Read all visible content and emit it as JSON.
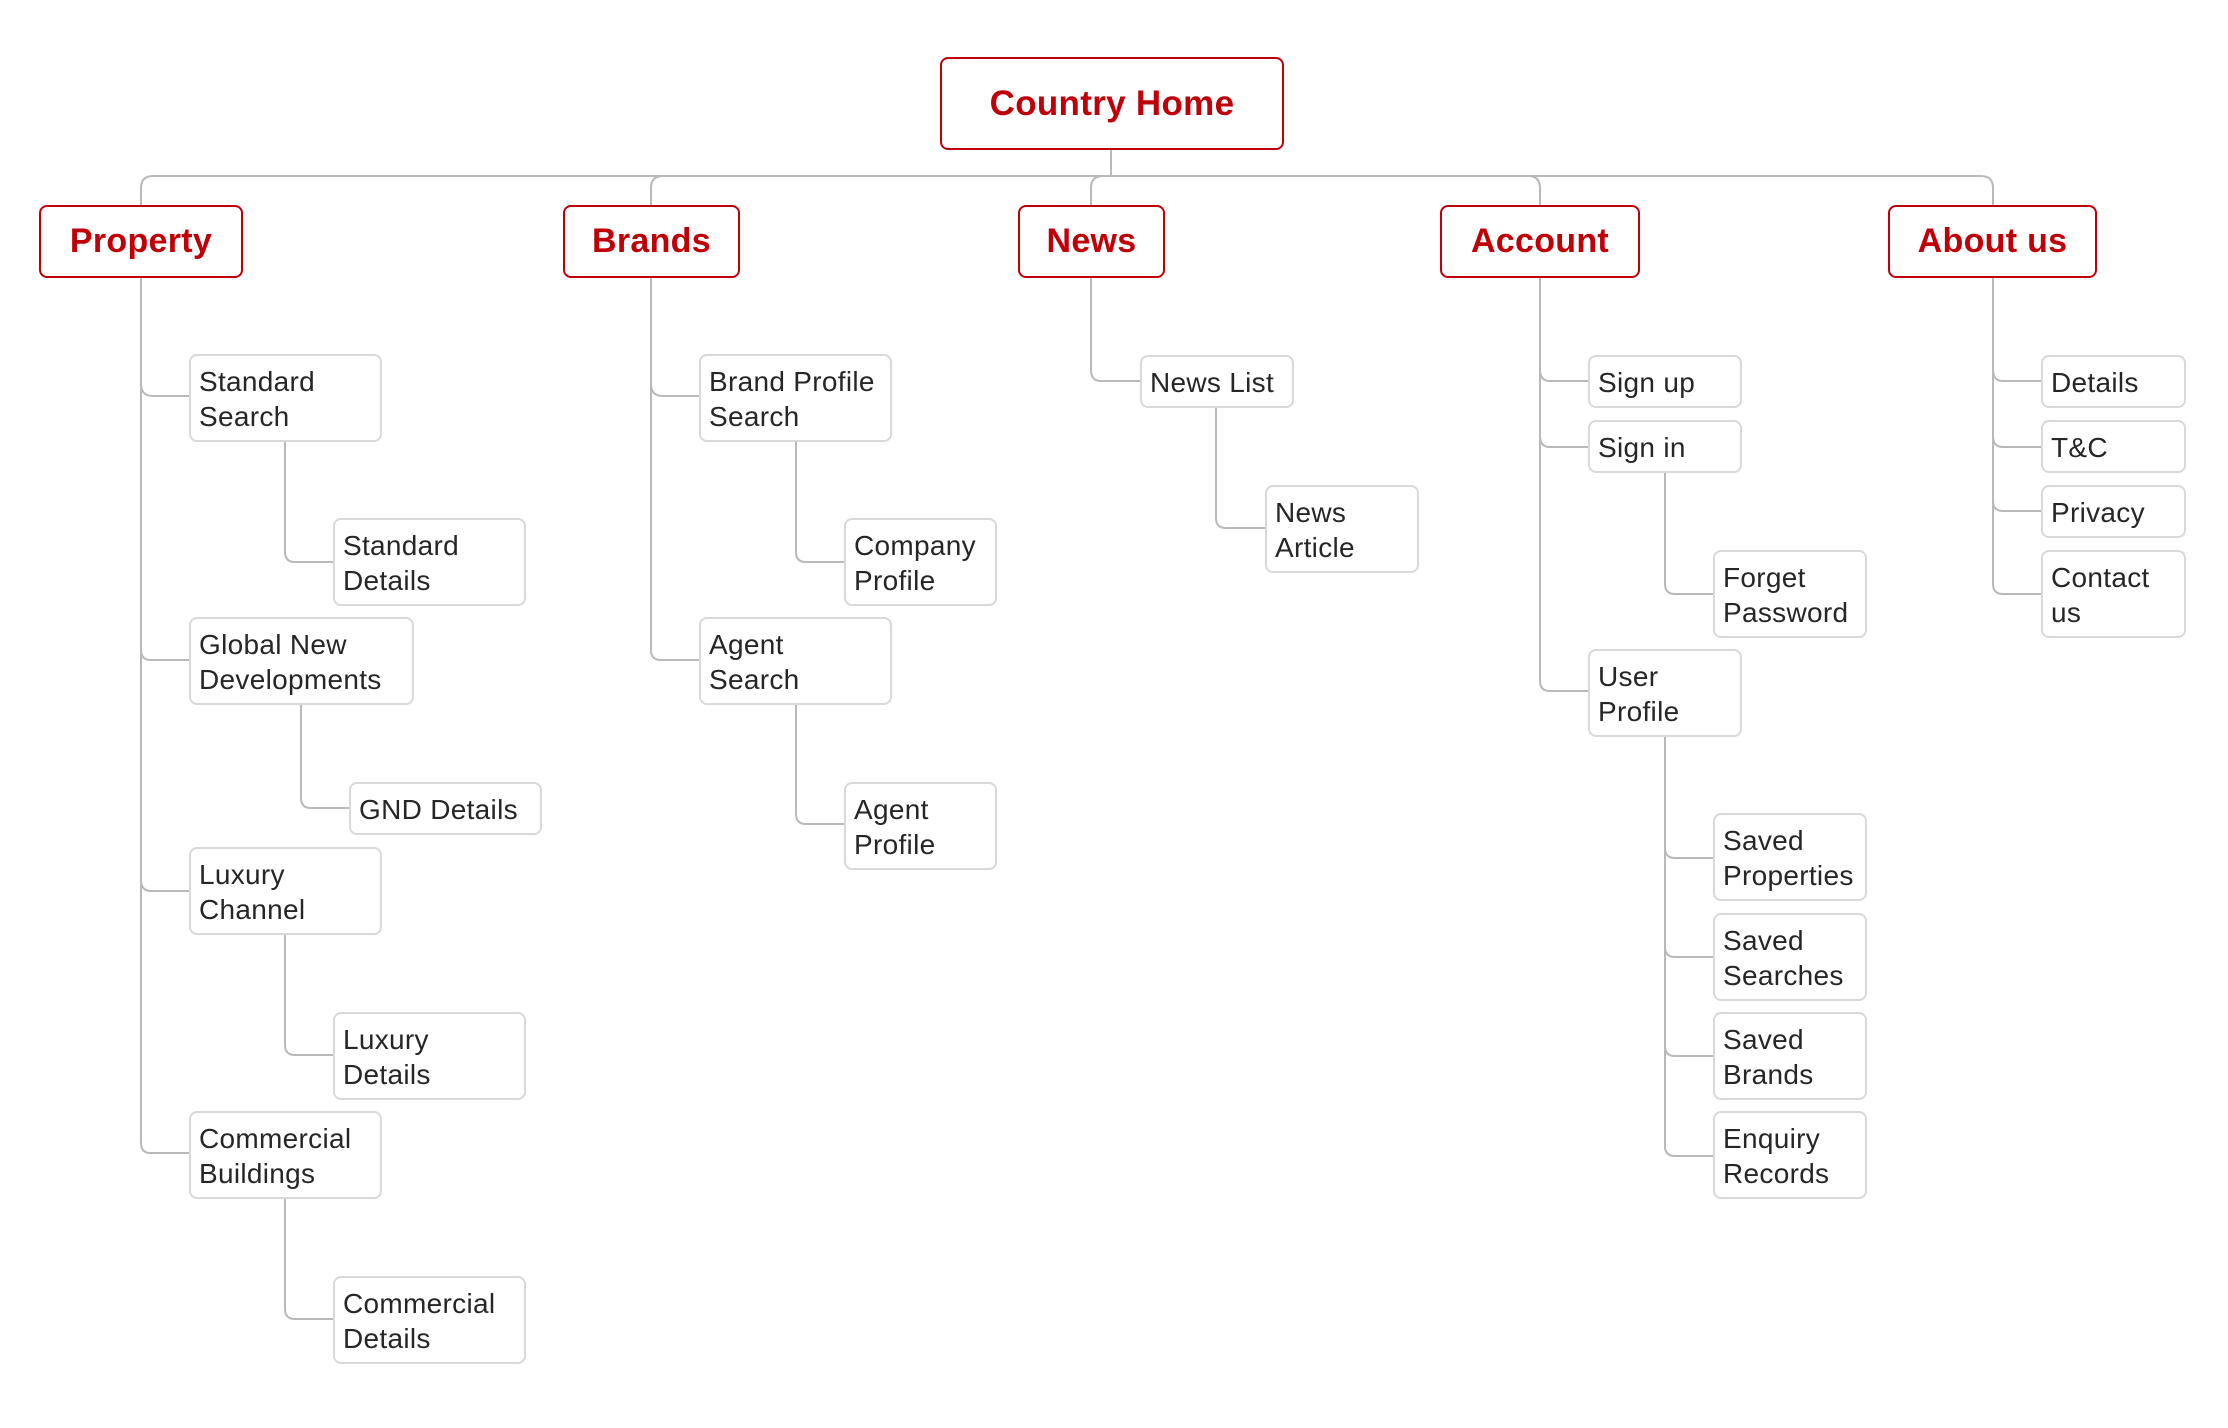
{
  "accent_color": "#c00008",
  "line_color": "#b9b9b9",
  "root": "Country Home",
  "sections": {
    "property": {
      "title": "Property",
      "standard_search": "Standard\nSearch",
      "standard_details": "Standard\nDetails",
      "global_new_developments": "Global New\nDevelopments",
      "gnd_details": "GND Details",
      "luxury_channel": "Luxury\nChannel",
      "luxury_details": "Luxury\nDetails",
      "commercial_buildings": "Commercial\nBuildings",
      "commercial_details": "Commercial\nDetails"
    },
    "brands": {
      "title": "Brands",
      "brand_profile_search": "Brand Profile\nSearch",
      "company_profile": "Company\n Profile",
      "agent_search": "Agent\nSearch",
      "agent_profile": "Agent\nProfile"
    },
    "news": {
      "title": "News",
      "news_list": "News List",
      "news_article": "News\nArticle"
    },
    "account": {
      "title": "Account",
      "sign_up": "Sign up",
      "sign_in": "Sign in",
      "forget_password": "Forget\nPassword",
      "user_profile": "User\nProfile",
      "saved_properties": "Saved\nProperties",
      "saved_searches": "Saved\nSearches",
      "saved_brands": "Saved\nBrands",
      "enquiry_records": "Enquiry\nRecords"
    },
    "about": {
      "title": "About us",
      "details": "Details",
      "tandc": "T&C",
      "privacy": "Privacy",
      "contact_us": "Contact\nus"
    }
  }
}
